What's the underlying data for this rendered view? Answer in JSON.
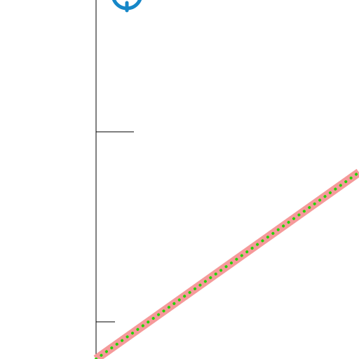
{
  "chart_data": {
    "type": "line",
    "title": "",
    "xlabel": "",
    "ylabel": "",
    "grid": false,
    "legend": "none",
    "xlim": [
      0,
      1
    ],
    "ylim": [
      0,
      1
    ],
    "series": [
      {
        "x": [
          0,
          1
        ],
        "y": [
          0,
          0.52
        ],
        "style": "thick line with dotted overlay",
        "color": "#f59a9a",
        "overlay_color": "#22d400"
      }
    ],
    "markers": [
      {
        "shape": "circle-with-stem",
        "color": "#1687c8"
      }
    ]
  }
}
